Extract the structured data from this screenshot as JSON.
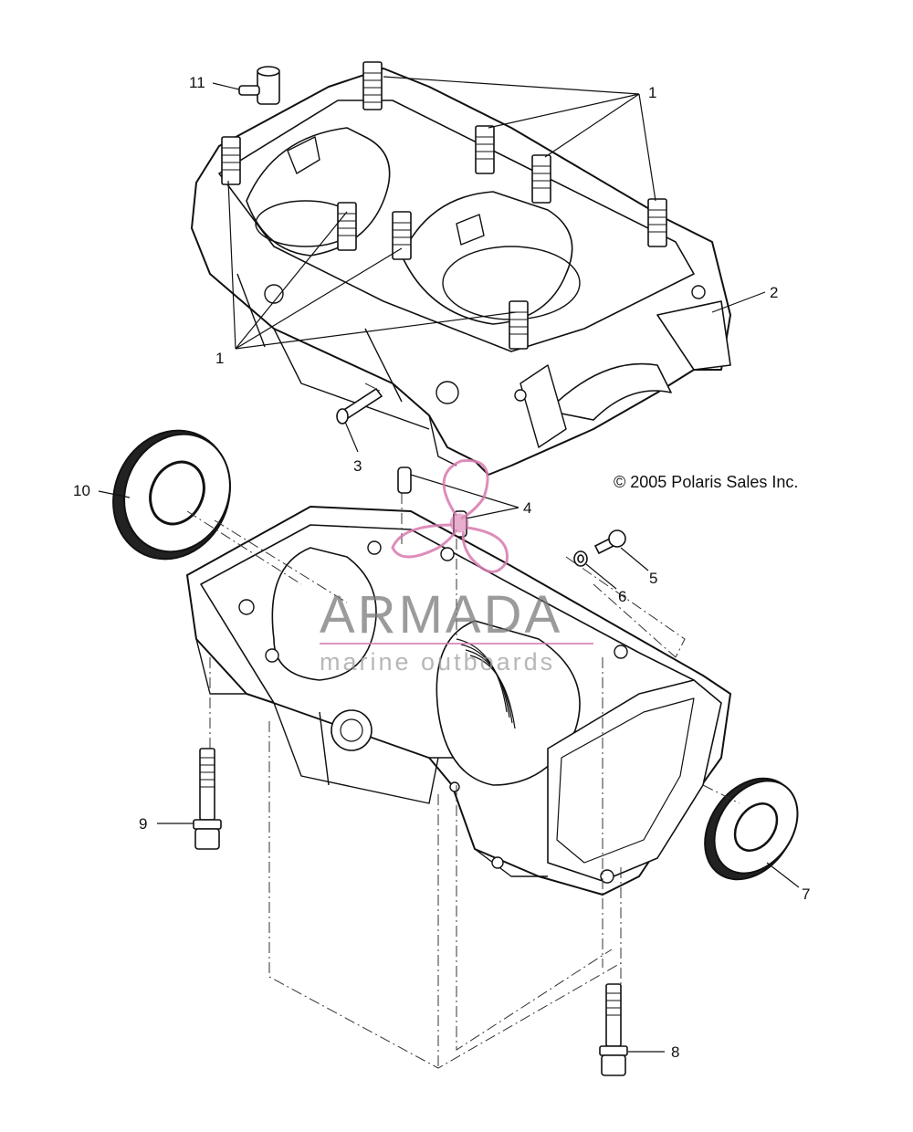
{
  "copyright": "© 2005 Polaris Sales Inc.",
  "watermark": {
    "name": "ARMADA",
    "tagline": "marine outboards",
    "accent_color": "#d87aae"
  },
  "callouts": [
    {
      "id": "1",
      "label": "1"
    },
    {
      "id": "1b",
      "label": "1"
    },
    {
      "id": "2",
      "label": "2"
    },
    {
      "id": "3",
      "label": "3"
    },
    {
      "id": "4",
      "label": "4"
    },
    {
      "id": "5",
      "label": "5"
    },
    {
      "id": "6",
      "label": "6"
    },
    {
      "id": "7",
      "label": "7"
    },
    {
      "id": "8",
      "label": "8"
    },
    {
      "id": "9",
      "label": "9"
    },
    {
      "id": "10",
      "label": "10"
    },
    {
      "id": "11",
      "label": "11"
    }
  ],
  "colors": {
    "line": "#111111",
    "background": "#ffffff"
  }
}
